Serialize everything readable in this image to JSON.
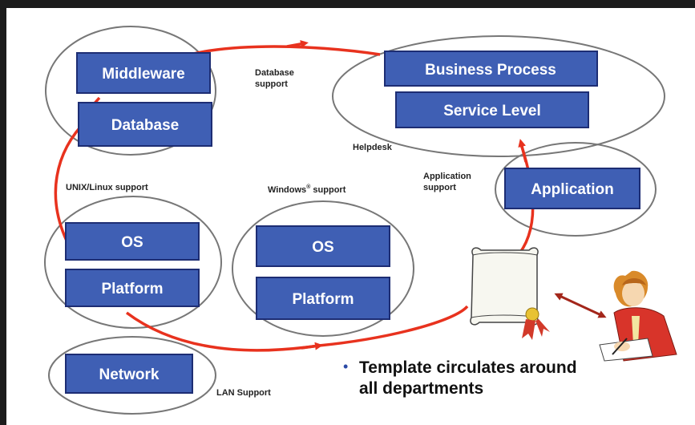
{
  "colors": {
    "box_fill": "#3f5fb4",
    "box_border": "#1d2d73",
    "cycle_line": "#e8321e",
    "ellipse_stroke": "#777777",
    "bullet": "#2b4aa6"
  },
  "boxes": {
    "middleware": "Middleware",
    "database": "Database",
    "business_process": "Business Process",
    "service_level": "Service Level",
    "application": "Application",
    "unix_os": "OS",
    "unix_platform": "Platform",
    "windows_os": "OS",
    "windows_platform": "Platform",
    "network": "Network"
  },
  "labels": {
    "database_support_1": "Database",
    "database_support_2": "support",
    "helpdesk": "Helpdesk",
    "application_support_1": "Application",
    "application_support_2": "support",
    "unix_support": "UNIX/Linux support",
    "windows_support": "Windows",
    "windows_support_reg": "®",
    "windows_support_suffix": " support",
    "lan_support": "LAN Support"
  },
  "bullet": {
    "marker": "•",
    "line1": "Template circulates around",
    "line2": "all departments"
  },
  "icons": [
    "template-scroll-icon",
    "person-writing-icon",
    "double-arrow-icon"
  ]
}
